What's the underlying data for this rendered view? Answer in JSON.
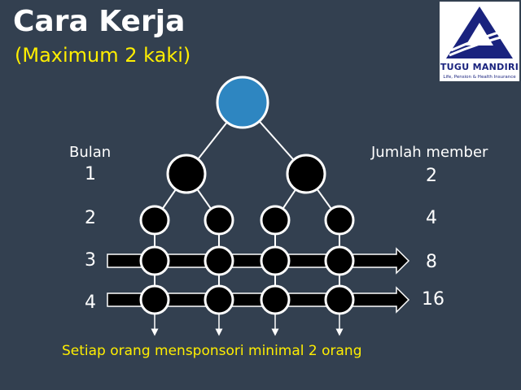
{
  "title": "Cara Kerja",
  "subtitle": "(Maximum 2 kaki)",
  "logo": {
    "name": "TUGU MANDIRI",
    "tagline": "Life, Pension & Health Insurance",
    "color": "#1a237e"
  },
  "left_header": "Bulan",
  "right_header": "Jumlah member",
  "months": [
    "1",
    "2",
    "3",
    "4"
  ],
  "member_counts": [
    "2",
    "4",
    "8",
    "16"
  ],
  "footer": "Setiap orang mensponsori minimal 2 orang",
  "colors": {
    "background": "#334050",
    "root_node": "#2e86c1",
    "node": "#000000",
    "highlight_text": "#ffee00"
  }
}
